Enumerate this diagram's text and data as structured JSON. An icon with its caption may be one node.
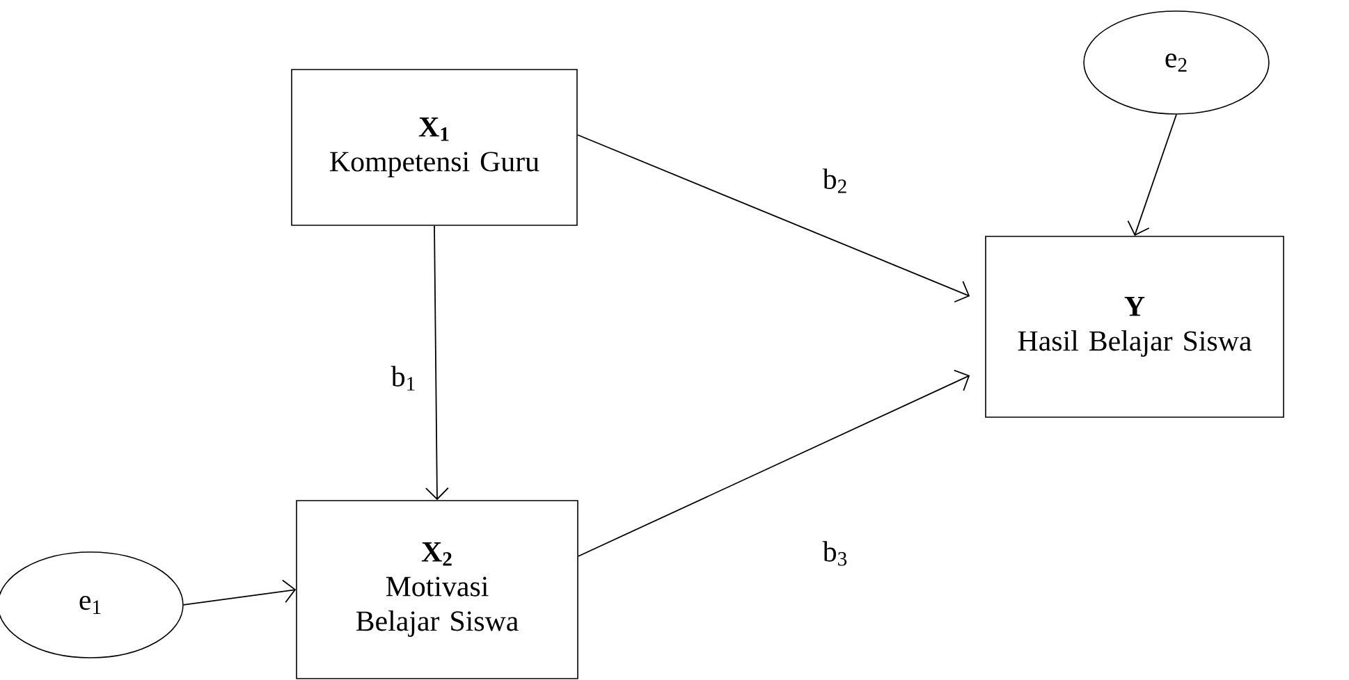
{
  "diagram": {
    "nodes": [
      {
        "text": [
          "X$_{1}$",
          "Kompetensi Guru"
        ]
      },
      {
        "text": [
          "e$_{2}$"
        ]
      },
      {
        "text": [
          "Y",
          "Hasil Belajar Siswa"
        ]
      },
      {
        "text": [
          "e$_{1}$"
        ]
      },
      {
        "text": [
          "X$_{2}$",
          "Motivasi Belajar Siswa"
        ]
      }
    ],
    "edges": [
      {
        "from": 0,
        "to": 4,
        "arrow": "to",
        "label": "b$_{1}$"
      },
      {
        "from": 0,
        "to": 2,
        "arrow": "to",
        "label": "b$_{2}$"
      },
      {
        "from": 1,
        "to": 2,
        "arrow": "to"
      },
      {
        "from": 3,
        "to": 4,
        "arrow": "to"
      },
      {
        "from": 4,
        "to": 2,
        "arrow": "to",
        "label": "b$_{3}$"
      }
    ]
  }
}
